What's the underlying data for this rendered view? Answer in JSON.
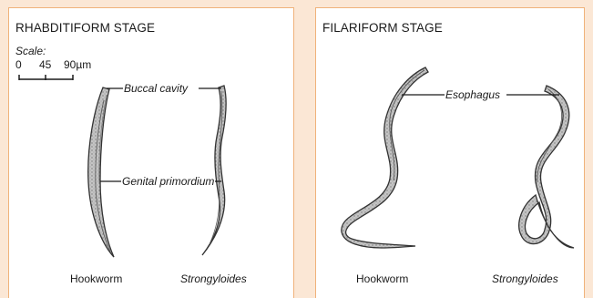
{
  "left_panel": {
    "title": "RHABDITIFORM STAGE",
    "scale": {
      "label": "Scale:",
      "ticks": [
        "0",
        "45",
        "90µm"
      ]
    },
    "callouts": {
      "buccal_cavity": "Buccal cavity",
      "genital_primordium": "Genital primordium"
    },
    "captions": {
      "hookworm": "Hookworm",
      "strongyloides": "Strongyloides"
    }
  },
  "right_panel": {
    "title": "FILARIFORM STAGE",
    "callouts": {
      "esophagus": "Esophagus"
    },
    "captions": {
      "hookworm": "Hookworm",
      "strongyloides": "Strongyloides"
    }
  },
  "colors": {
    "background": "#fbe7d5",
    "panel_border": "#f0b27a",
    "worm_fill": "#bdbdbd",
    "worm_outline": "#333333"
  }
}
